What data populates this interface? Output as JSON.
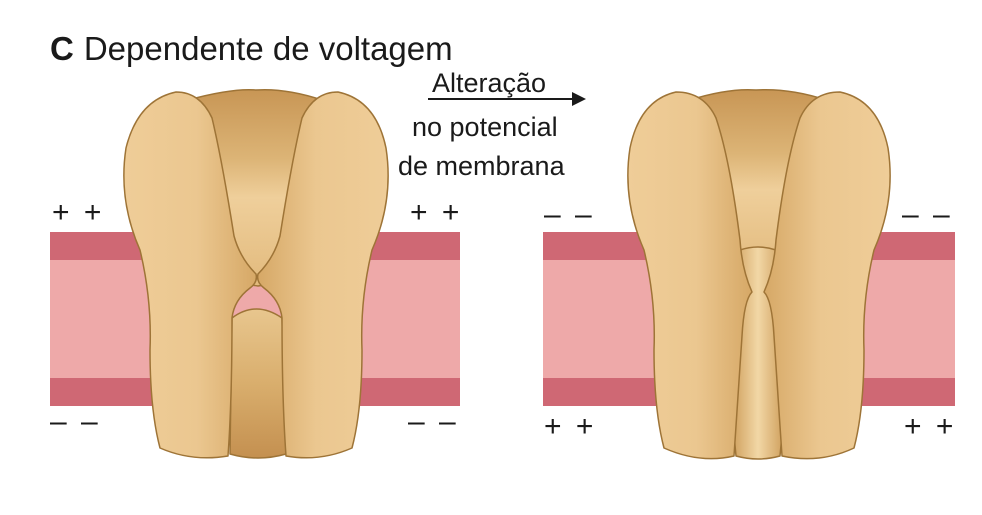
{
  "title": {
    "panel_letter": "C",
    "text": "Dependente de voltagem"
  },
  "transition": {
    "line1": "Alteração",
    "line2": "no potencial",
    "line3": "de membrana"
  },
  "left_state": {
    "charge_top_left": "+ +",
    "charge_top_right": "+ +",
    "charge_bottom_left": "– –",
    "charge_bottom_right": "– –",
    "pore": "closed"
  },
  "right_state": {
    "charge_top_left": "– –",
    "charge_top_right": "– –",
    "charge_bottom_left": "+ +",
    "charge_bottom_right": "+ +",
    "pore": "open"
  },
  "colors": {
    "membrane_outer": "#cf6874",
    "membrane_inner": "#eea9a9",
    "protein_light": "#efcf9b",
    "protein_dark": "#c99a58",
    "protein_outline": "#9e7437",
    "text": "#1a1a1a"
  }
}
